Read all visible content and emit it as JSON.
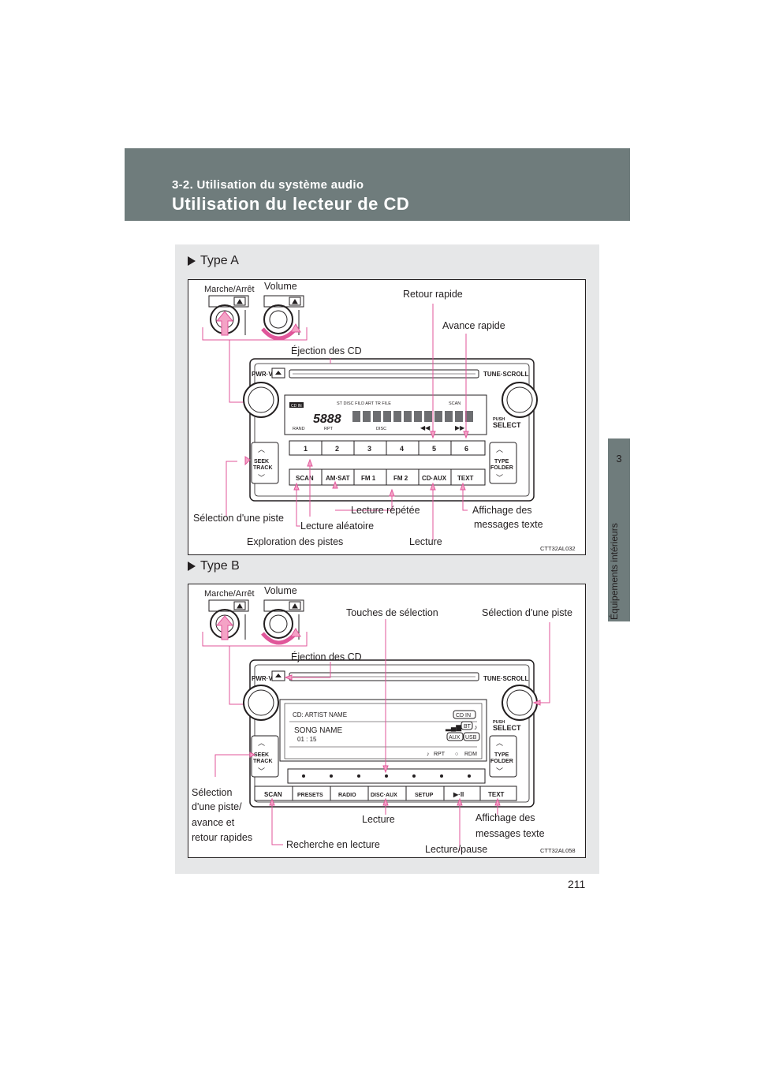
{
  "header": {
    "section": "3-2. Utilisation du système audio",
    "title": "Utilisation du lecteur de CD"
  },
  "side_tab": {
    "number": "3",
    "label": "Équipements intérieurs"
  },
  "page_number": "211",
  "type_a": {
    "heading": "Type A",
    "labels": {
      "power": "Marche/Arrêt",
      "volume": "Volume",
      "rewind": "Retour rapide",
      "fast_forward": "Avance rapide",
      "eject": "Éjection des CD",
      "track_select": "Sélection d'une piste",
      "repeat": "Lecture répétée",
      "random": "Lecture aléatoire",
      "scan": "Exploration des pistes",
      "play": "Lecture",
      "text_line1": "Affichage des",
      "text_line2": "messages texte"
    },
    "unit_text": {
      "pwr_vol": "PWR·VOL",
      "tune_scroll": "TUNE·SCROLL",
      "push": "PUSH",
      "select": "SELECT",
      "seek": "SEEK",
      "track": "TRACK",
      "type": "TYPE",
      "folder": "FOLDER",
      "presets": [
        "1",
        "2",
        "3",
        "4",
        "5",
        "6"
      ],
      "bottom_buttons": [
        "SCAN",
        "AM·SAT",
        "FM 1",
        "FM 2",
        "CD·AUX",
        "TEXT"
      ],
      "display_top": "ST    DISC          FILD  ART   TR   FILE",
      "display_scan": "SCAN",
      "display_cdin": "CD IN",
      "display_rand": "RAND",
      "display_rpt": "RPT",
      "display_disc": "DISC"
    },
    "code": "CTT32AL032"
  },
  "type_b": {
    "heading": "Type B",
    "labels": {
      "power": "Marche/Arrêt",
      "volume": "Volume",
      "selection_keys": "Touches de sélection",
      "track_select": "Sélection d'une piste",
      "eject": "Éjection des CD",
      "seek_line1": "Sélection",
      "seek_line2": "d'une piste/",
      "seek_line3": "avance et",
      "seek_line4": "retour rapides",
      "play": "Lecture",
      "text_line1": "Affichage des",
      "text_line2": "messages texte",
      "scan": "Recherche en lecture",
      "play_pause": "Lecture/pause"
    },
    "unit_text": {
      "pwr_vol": "PWR·VOL",
      "tune_scroll": "TUNE·SCROLL",
      "push": "PUSH",
      "select": "SELECT",
      "seek": "SEEK",
      "track": "TRACK",
      "type": "TYPE",
      "folder": "FOLDER",
      "display_line1": "CD:  ARTIST NAME",
      "display_song": "SONG  NAME",
      "display_time": "01 : 15",
      "cd_in": "CD IN",
      "bt": "BT",
      "aux": "AUX",
      "usb": "USB",
      "rpt": "RPT",
      "rdm": "RDM",
      "bottom_buttons": [
        "SCAN",
        "PRESETS",
        "RADIO",
        "DISC·AUX",
        "SETUP",
        "▶·II",
        "TEXT"
      ]
    },
    "code": "CTT32AL058"
  }
}
